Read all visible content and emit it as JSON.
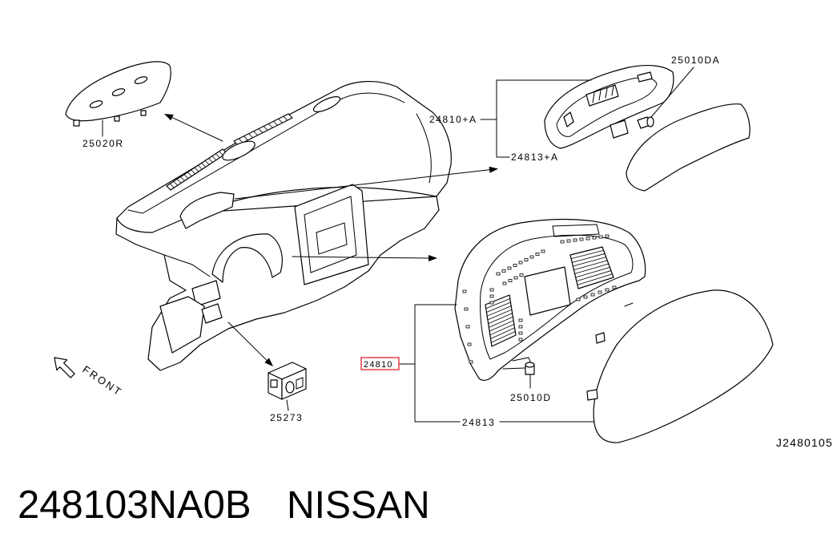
{
  "figure": {
    "callouts": {
      "lid_upper_left": {
        "label": "25020R"
      },
      "screw_upper": {
        "label": "25010DA"
      },
      "cluster_assy_upper": {
        "label": "24810+A"
      },
      "cover_upper": {
        "label": "24813+A"
      },
      "cluster_assy": {
        "label": "24810",
        "highlighted": true
      },
      "screw_lower": {
        "label": "25010D"
      },
      "cover_lower": {
        "label": "24813"
      },
      "switch": {
        "label": "25273"
      }
    },
    "front_indicator": "FRONT",
    "figure_code": "J2480105"
  },
  "caption": {
    "part_number": "248103NA0B",
    "brand": "NISSAN"
  },
  "icons": {
    "front_arrow": "outlined-arrow-up-left-icon"
  },
  "colors": {
    "background": "#ffffff",
    "line": "#000000",
    "highlight_box": "#e0343f"
  }
}
